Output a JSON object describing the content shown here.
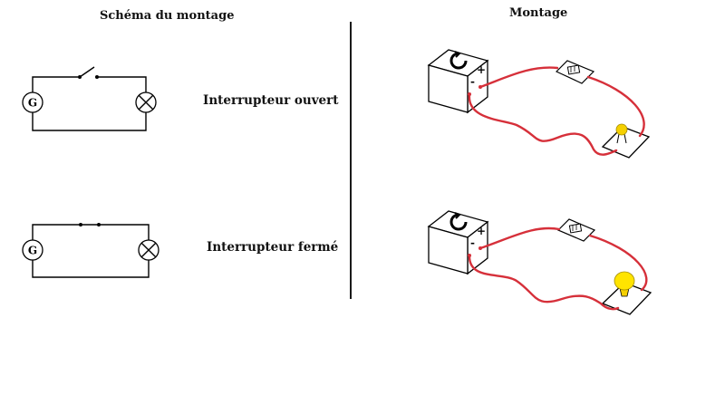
{
  "titles": {
    "schema": "Schéma du montage",
    "montage": "Montage"
  },
  "labels": {
    "open": "Interrupteur ouvert",
    "closed": "Interrupteur fermé"
  },
  "symbols": {
    "generator": "G",
    "plus": "+",
    "minus": "-"
  },
  "colors": {
    "wire": "#d6303a",
    "bulb_off": "#f5d000",
    "bulb_on": "#ffe400"
  }
}
